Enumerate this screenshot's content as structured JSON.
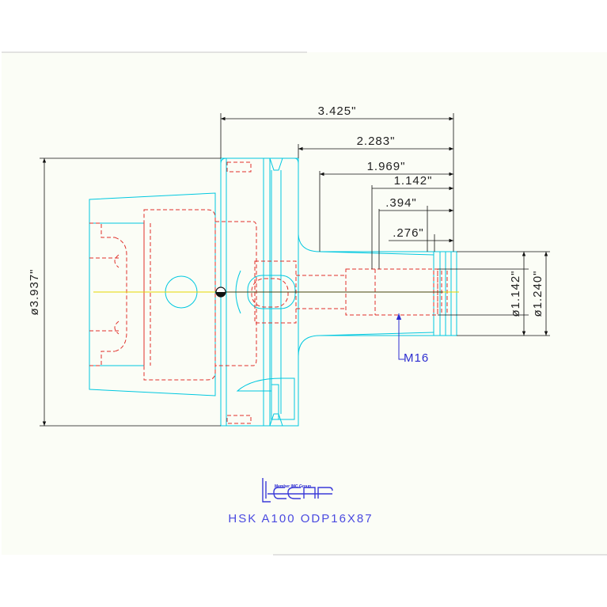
{
  "dimensions": {
    "length_overall": "3.425\"",
    "length_body": "2.283\"",
    "length_reduced": "1.969\"",
    "length_bore": "1.142\"",
    "length_short": ".394\"",
    "length_tip": ".276\"",
    "diameter_flange": "ø3.937\"",
    "diameter_bore": "ø1.142\"",
    "diameter_nose": "ø1.240\""
  },
  "thread_callout": "M16",
  "brand": {
    "tagline": "Member IMC Group",
    "logo": "iscar"
  },
  "part_number": "HSK  A100  ODP16X87",
  "colors": {
    "outline": "#00c8e0",
    "hidden": "#e0302a",
    "dimension": "#111111",
    "centerline": "#e6d800",
    "callout": "#2d2dd0",
    "title": "#4a4ae0",
    "frame": "#c8c8c8",
    "background": "#fbfdf6"
  }
}
